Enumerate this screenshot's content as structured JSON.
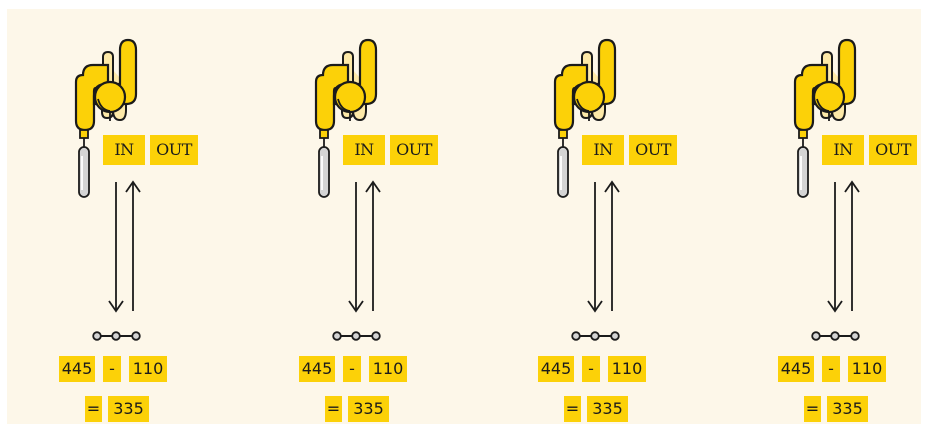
{
  "colors": {
    "background": "#fdf7e9",
    "highlight": "#fcd108",
    "robot_body": "#fcd108",
    "robot_back": "#fde9a8",
    "outline": "#1b1b1b",
    "tool": "#d4d4d4"
  },
  "units": [
    {
      "in_label": "IN",
      "out_label": "OUT",
      "minuend": "445",
      "operator": "-",
      "subtrahend": "110",
      "equals": "=",
      "result": "335"
    },
    {
      "in_label": "IN",
      "out_label": "OUT",
      "minuend": "445",
      "operator": "-",
      "subtrahend": "110",
      "equals": "=",
      "result": "335"
    },
    {
      "in_label": "IN",
      "out_label": "OUT",
      "minuend": "445",
      "operator": "-",
      "subtrahend": "110",
      "equals": "=",
      "result": "335"
    },
    {
      "in_label": "IN",
      "out_label": "OUT",
      "minuend": "445",
      "operator": "-",
      "subtrahend": "110",
      "equals": "=",
      "result": "335"
    }
  ]
}
